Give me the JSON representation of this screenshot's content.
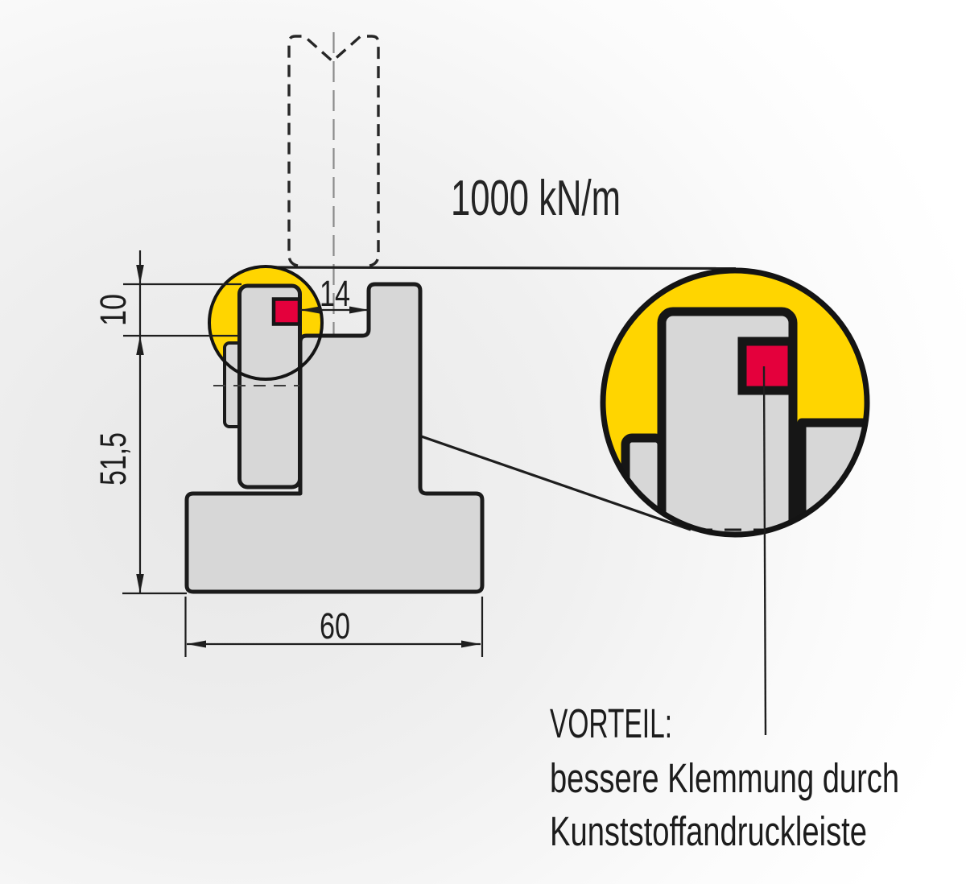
{
  "drawing": {
    "force_label": "1000 kN/m",
    "dimensions": {
      "clamp_height": "10",
      "body_height": "51,5",
      "base_width": "60",
      "gap_width": "14"
    },
    "note": {
      "heading": "VORTEIL:",
      "line1": "bessere Klemmung durch",
      "line2": "Kunststoffandruckleiste"
    },
    "colors": {
      "highlight": "#FFD500",
      "pressure_strip": "#E4003C",
      "steel_gray": "#D7D7D7",
      "outline": "#1B1B1B"
    }
  }
}
